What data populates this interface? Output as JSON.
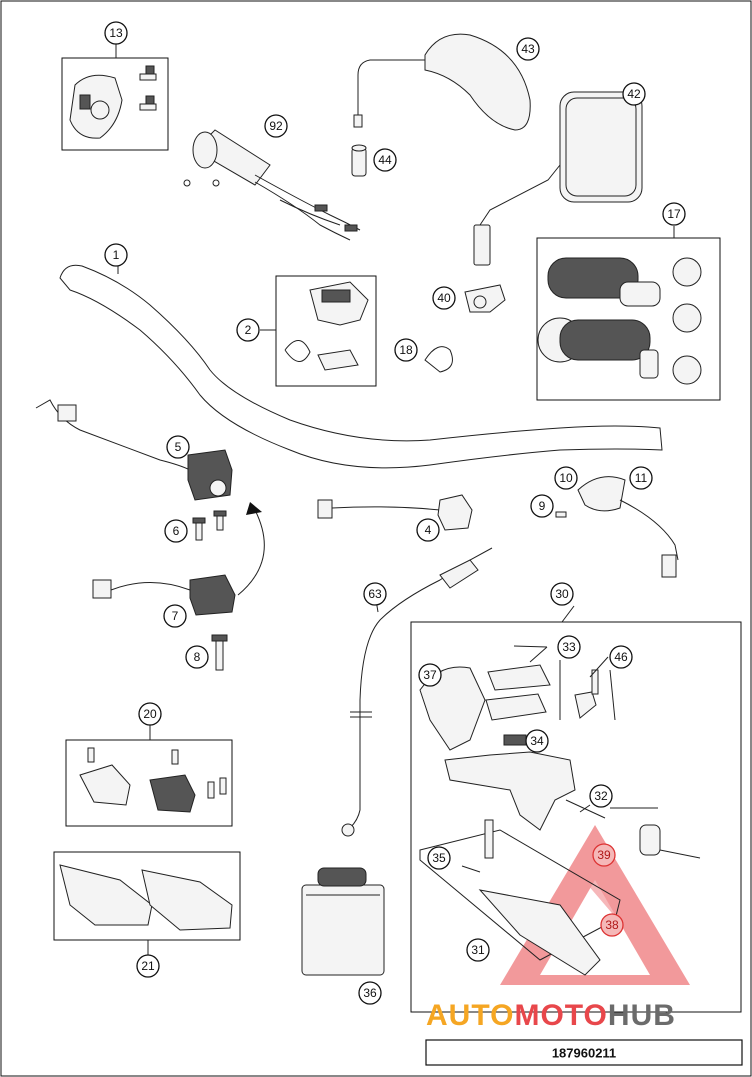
{
  "callouts": {
    "p1": "1",
    "p2": "2",
    "p4": "4",
    "p5": "5",
    "p6": "6",
    "p7": "7",
    "p8": "8",
    "p9": "9",
    "p10": "10",
    "p11": "11",
    "p13": "13",
    "p17": "17",
    "p18": "18",
    "p20": "20",
    "p21": "21",
    "p30": "30",
    "p31": "31",
    "p32": "32",
    "p33": "33",
    "p34": "34",
    "p35": "35",
    "p36": "36",
    "p37": "37",
    "p38": "38",
    "p39": "39",
    "p40": "40",
    "p42": "42",
    "p43": "43",
    "p44": "44",
    "p46": "46",
    "p63": "63",
    "p92": "92"
  },
  "drawing_number": "187960211",
  "watermark": {
    "word_part1": "AUTO",
    "word_part2": "MOTO",
    "word_part3": "HUB",
    "colors": {
      "orange": "#f5a623",
      "red": "#e8474b",
      "gray": "#6b6b6b"
    }
  }
}
